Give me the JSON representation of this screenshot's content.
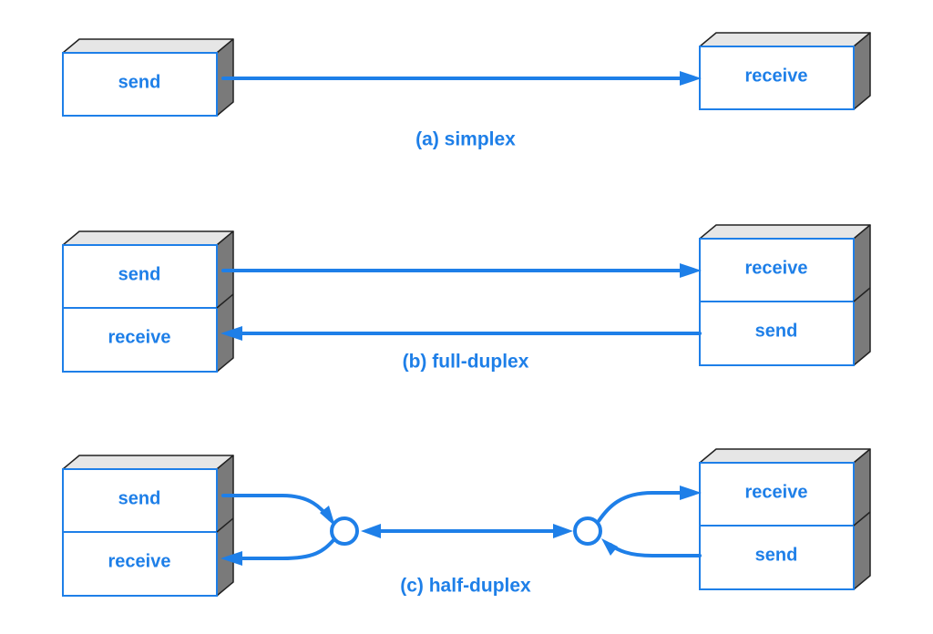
{
  "diagram": {
    "simplex": {
      "caption": "(a)  simplex",
      "left_box": [
        "send"
      ],
      "right_box": [
        "receive"
      ]
    },
    "full_duplex": {
      "caption": "(b)  full-duplex",
      "left_box": [
        "send",
        "receive"
      ],
      "right_box": [
        "receive",
        "send"
      ]
    },
    "half_duplex": {
      "caption": "(c)  half-duplex",
      "left_box": [
        "send",
        "receive"
      ],
      "right_box": [
        "receive",
        "send"
      ]
    }
  },
  "colors": {
    "accent": "#1e7fe8",
    "box_top": "#e6e6e6",
    "box_side": "#7a7a7a",
    "outline": "#222222"
  }
}
